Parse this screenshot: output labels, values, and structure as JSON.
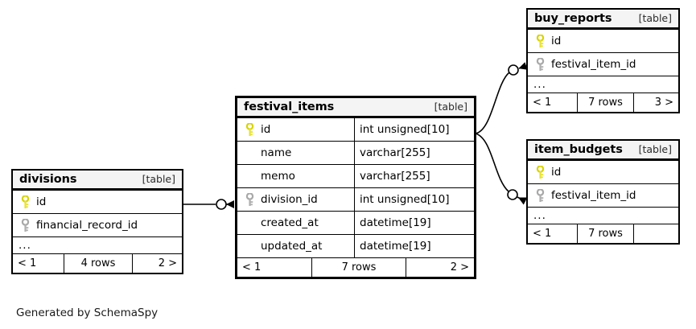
{
  "diagram": {
    "caption": "Generated by SchemaSpy",
    "kind_label": "[table]",
    "ellipsis": "...",
    "key_colors": {
      "primary": "#e8e337",
      "foreign": "#b0b0b0"
    }
  },
  "tables": {
    "festival_items": {
      "name": "festival_items",
      "kind": "[table]",
      "columns": [
        {
          "key": "primary",
          "name": "id",
          "type": "int unsigned[10]"
        },
        {
          "key": "none",
          "name": "name",
          "type": "varchar[255]"
        },
        {
          "key": "none",
          "name": "memo",
          "type": "varchar[255]"
        },
        {
          "key": "foreign",
          "name": "division_id",
          "type": "int unsigned[10]"
        },
        {
          "key": "none",
          "name": "created_at",
          "type": "datetime[19]"
        },
        {
          "key": "none",
          "name": "updated_at",
          "type": "datetime[19]"
        }
      ],
      "footer": {
        "prev": "< 1",
        "rows": "7 rows",
        "next": "2 >"
      }
    },
    "divisions": {
      "name": "divisions",
      "kind": "[table]",
      "columns": [
        {
          "key": "primary",
          "name": "id"
        },
        {
          "key": "foreign",
          "name": "financial_record_id"
        }
      ],
      "ellipsis": "...",
      "footer": {
        "prev": "< 1",
        "rows": "4 rows",
        "next": "2 >"
      }
    },
    "buy_reports": {
      "name": "buy_reports",
      "kind": "[table]",
      "columns": [
        {
          "key": "primary",
          "name": "id"
        },
        {
          "key": "foreign",
          "name": "festival_item_id"
        }
      ],
      "ellipsis": "...",
      "footer": {
        "prev": "< 1",
        "rows": "7 rows",
        "next": "3 >"
      }
    },
    "item_budgets": {
      "name": "item_budgets",
      "kind": "[table]",
      "columns": [
        {
          "key": "primary",
          "name": "id"
        },
        {
          "key": "foreign",
          "name": "festival_item_id"
        }
      ],
      "ellipsis": "...",
      "footer": {
        "prev": "< 1",
        "rows": "7 rows",
        "next": ""
      }
    }
  },
  "relationships": [
    {
      "from": "divisions.id",
      "to": "festival_items.division_id",
      "style": "straight"
    },
    {
      "from": "festival_items.id",
      "to": "buy_reports.festival_item_id",
      "style": "curve"
    },
    {
      "from": "festival_items.id",
      "to": "item_budgets.festival_item_id",
      "style": "curve"
    }
  ]
}
